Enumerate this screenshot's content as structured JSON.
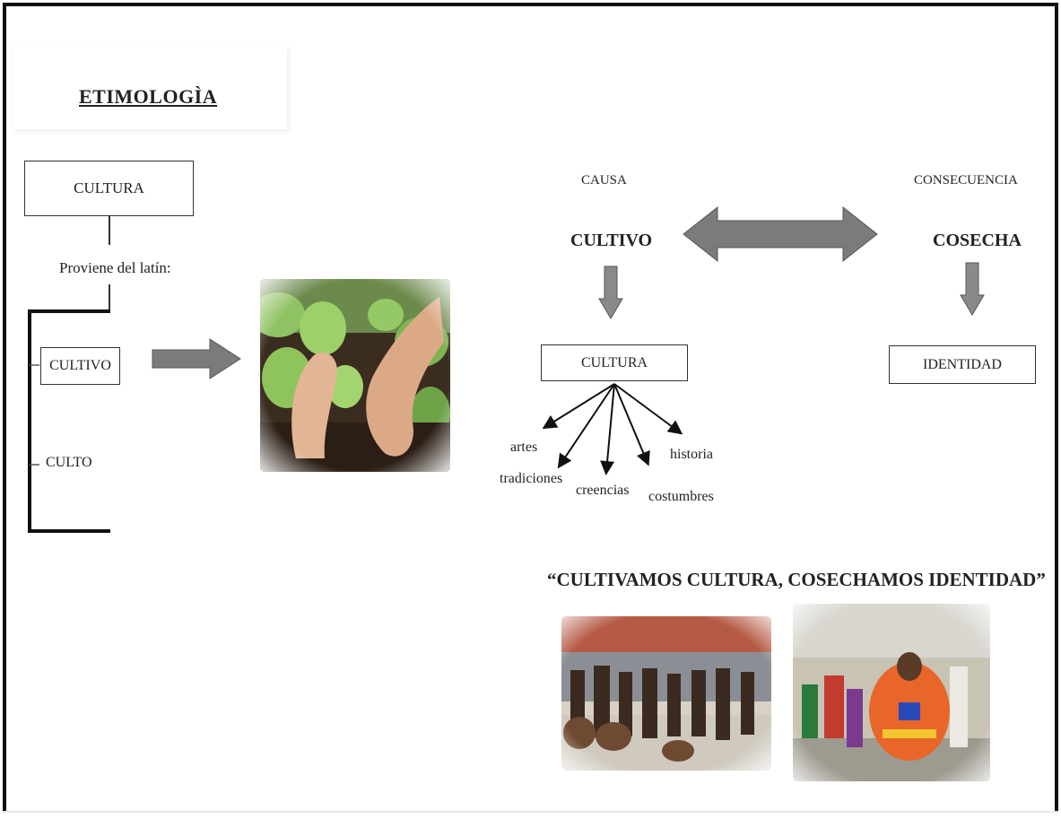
{
  "title": "ETIMOLOGÌA",
  "left": {
    "root_box": "CULTURA",
    "origin_label": "Proviene del latín:",
    "branch_1": "CULTIVO",
    "branch_2": "CULTO"
  },
  "right": {
    "cause_label": "CAUSA",
    "cause_word": "CULTIVO",
    "consequence_label": "CONSECUENCIA",
    "consequence_word": "COSECHA",
    "cause_result_box": "CULTURA",
    "consequence_result_box": "IDENTIDAD",
    "culture_elements": [
      "artes",
      "tradiciones",
      "creencias",
      "costumbres",
      "historia"
    ]
  },
  "quote": "“CULTIVAMOS CULTURA, COSECHAMOS IDENTIDAD”",
  "colors": {
    "arrow_fill": "#7b7b7b",
    "frame": "#111111"
  },
  "icons": {
    "photo_1": "hands-planting-seedlings-photo",
    "photo_2": "traditional-dance-procession-photo",
    "photo_3": "festival-dancers-costumes-photo"
  }
}
